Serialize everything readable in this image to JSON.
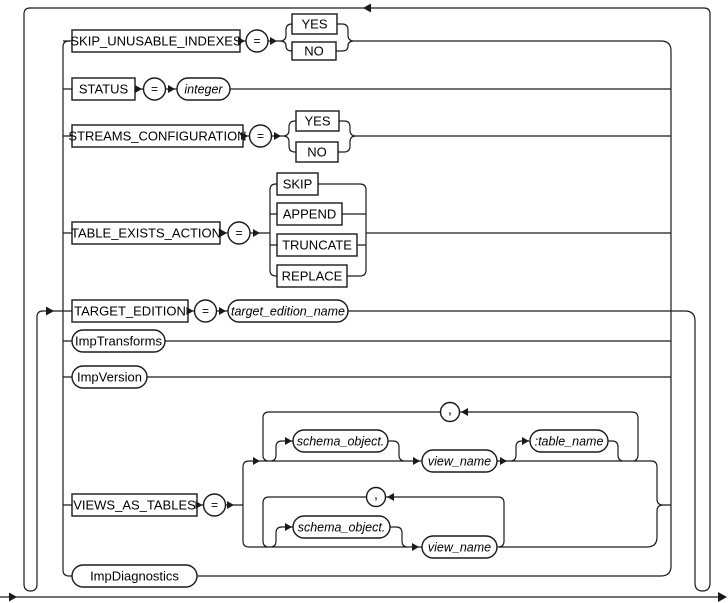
{
  "diagram": {
    "type": "railroad-syntax-diagram",
    "colors": {
      "line": "#1a1a1a",
      "background": "#ffffff",
      "node_fill": "#ffffff"
    },
    "rows": [
      {
        "label": "SKIP_UNUSABLE_INDEXES",
        "operator": "=",
        "options": [
          "YES",
          "NO"
        ]
      },
      {
        "label": "STATUS",
        "operator": "=",
        "value": "integer"
      },
      {
        "label": "STREAMS_CONFIGURATION",
        "operator": "=",
        "options": [
          "YES",
          "NO"
        ]
      },
      {
        "label": "TABLE_EXISTS_ACTION",
        "operator": "=",
        "options": [
          "SKIP",
          "APPEND",
          "TRUNCATE",
          "REPLACE"
        ]
      },
      {
        "label": "TARGET_EDITION",
        "operator": "=",
        "value": "target_edition_name"
      },
      {
        "label": "ImpTransforms"
      },
      {
        "label": "ImpVersion"
      },
      {
        "label": "VIEWS_AS_TABLES",
        "operator": "=",
        "alternatives": [
          {
            "separator": ",",
            "items": [
              "schema_object.",
              "view_name",
              ":table_name"
            ]
          },
          {
            "separator": ",",
            "items": [
              "schema_object.",
              "view_name"
            ]
          }
        ]
      },
      {
        "label": "ImpDiagnostics"
      }
    ]
  }
}
